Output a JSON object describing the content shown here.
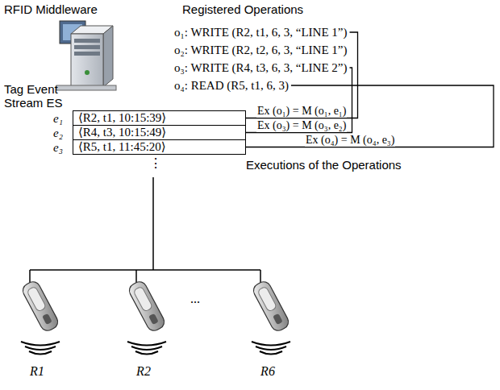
{
  "diagram": {
    "nodes": [
      {
        "text": [
          "o₁: WRITE (R2, t1, 6, 3, “LINE 1”)"
        ]
      },
      {
        "text": [
          "o₂: WRITE (R2, t2, 6, 3, “LINE 1”)"
        ]
      },
      {
        "text": [
          "o₃: WRITE (R4, t3, 6, 3, “LINE 2”)"
        ]
      },
      {
        "text": [
          "o₄: READ (R5, t1, 6, 3)"
        ]
      },
      {
        "text": [
          "e₁",
          "⟨R2, t1, 10:15:39⟩"
        ]
      },
      {
        "text": [
          "e₂",
          "⟨R4, t3, 10:15:49⟩"
        ]
      },
      {
        "text": [
          "e₃",
          "⟨R5, t1, 11:45:20⟩"
        ]
      }
    ],
    "edges": [
      {
        "from": 0,
        "to": 4,
        "label": "Ex (o₁) = M (o₁, e₁)",
        "arrow": "none"
      },
      {
        "from": 2,
        "to": 5,
        "label": "Ex (o₃) = M (o₃, e₂)",
        "arrow": "none"
      },
      {
        "from": 3,
        "to": 6,
        "label": "Ex (o₄) = M (o₄, e₃)",
        "arrow": "none"
      }
    ],
    "labels": [
      "RFID Middleware",
      "Registered Operations",
      "Tag Event Stream ES",
      "⋮",
      "Executions of the Operations",
      "R1",
      "R2",
      "...",
      "R6"
    ]
  }
}
